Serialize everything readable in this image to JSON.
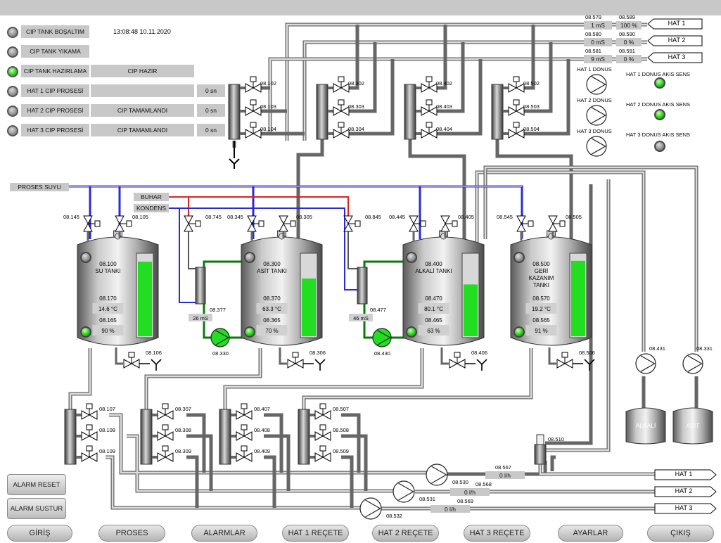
{
  "datetime": "13:08:48 10.11.2020",
  "status_rows": [
    {
      "label": "CIP TANK BOŞALTIM",
      "led": "off",
      "value": "",
      "time": ""
    },
    {
      "label": "CIP TANK YIKAMA",
      "led": "off",
      "value": "",
      "time": ""
    },
    {
      "label": "CIP TANK HAZIRLAMA",
      "led": "on",
      "value": "CIP HAZIR",
      "time": ""
    },
    {
      "label": "HAT 1 CIP PROSESİ",
      "led": "off",
      "value": "",
      "time": "0 sn"
    },
    {
      "label": "HAT 2 CIP PROSESİ",
      "led": "off",
      "value": "CIP TAMAMLANDI",
      "time": "0 sn"
    },
    {
      "label": "HAT 3 CIP PROSESİ",
      "led": "off",
      "value": "CIP TAMAMLANDI",
      "time": "0 sn"
    }
  ],
  "return_lines": [
    {
      "tag1": "08.579",
      "val1": "1 mS",
      "tag2": "08.589",
      "val2": "100 %",
      "name": "HAT 1"
    },
    {
      "tag1": "08.580",
      "val1": "0 mS",
      "tag2": "08.590",
      "val2": "0 %",
      "name": "HAT 2"
    },
    {
      "tag1": "08.581",
      "val1": "9 mS",
      "tag2": "08.591",
      "val2": "0 %",
      "name": "HAT 3"
    }
  ],
  "return_pumps": [
    "HAT 1 DONUS",
    "HAT 2 DONUS",
    "HAT 3 DONUS"
  ],
  "return_sensors": [
    {
      "label": "HAT 1 DONUS AKIS SENS",
      "led": "on"
    },
    {
      "label": "HAT 2 DONUS AKIS SENS",
      "led": "on"
    },
    {
      "label": "HAT 3 DONUS AKIS SENS",
      "led": "off"
    }
  ],
  "utilities": {
    "water": "PROSES SUYU",
    "steam": "BUHAR",
    "condensate": "KONDENS"
  },
  "valve_manifolds_top": [
    {
      "tags": [
        "08.102",
        "08.103",
        "08.104"
      ]
    },
    {
      "tags": [
        "08.302",
        "08.303",
        "08.304"
      ]
    },
    {
      "tags": [
        "08.402",
        "08.403",
        "08.404"
      ]
    },
    {
      "tags": [
        "08.502",
        "08.503",
        "08.504"
      ]
    }
  ],
  "tanks": [
    {
      "id": "08.100",
      "name": "SU TANKI",
      "temp_tag": "08.170",
      "temp": "14.6 °C",
      "level_tag": "08.165",
      "level": "90 %",
      "level_pct": 90,
      "inlet_tags": [
        "08.145",
        "08.105"
      ],
      "drain_tag": "08.106"
    },
    {
      "id": "08.300",
      "name": "ASİT TANKI",
      "temp_tag": "08.370",
      "temp": "63.3 °C",
      "level_tag": "08.365",
      "level": "70 %",
      "level_pct": 70,
      "inlet_tags": [
        "08.345",
        "08.305"
      ],
      "drain_tag": "08.306"
    },
    {
      "id": "08.400",
      "name": "ALKALİ TANKI",
      "temp_tag": "08.470",
      "temp": "80.1 °C",
      "level_tag": "08.465",
      "level": "63 %",
      "level_pct": 63,
      "inlet_tags": [
        "08.445",
        "08.405"
      ],
      "drain_tag": "08.406"
    },
    {
      "id": "08.500",
      "name": "GERİ KAZANIM TANKI",
      "temp_tag": "08.570",
      "temp": "19.2 °C",
      "level_tag": "08.565",
      "level": "91 %",
      "level_pct": 91,
      "inlet_tags": [
        "08.545",
        "08.505"
      ],
      "drain_tag": "08.506"
    }
  ],
  "heaters": [
    {
      "steam_valve": "08.745",
      "cond_tag": "08.377",
      "cond": "26 mS",
      "pump": "08.330"
    },
    {
      "steam_valve": "08.845",
      "cond_tag": "08.477",
      "cond": "46 mS",
      "pump": "08.430"
    }
  ],
  "dosing": [
    {
      "pump": "08.431",
      "tank": "ALKALİ"
    },
    {
      "pump": "08.331",
      "tank": "ASİT"
    }
  ],
  "valve_manifolds_bottom": [
    {
      "tags": [
        "08.107",
        "08.108",
        "08.109"
      ]
    },
    {
      "tags": [
        "08.307",
        "08.308",
        "08.309"
      ]
    },
    {
      "tags": [
        "08.407",
        "08.408",
        "08.409"
      ]
    },
    {
      "tags": [
        "08.507",
        "08.508",
        "08.509"
      ]
    }
  ],
  "flow_valve": "08.510",
  "supply_lines": [
    {
      "flow_tag": "08.567",
      "flow": "0 l/h",
      "pump": "08.530",
      "name": "HAT 1"
    },
    {
      "flow_tag": "08.568",
      "flow": "0 l/h",
      "pump": "08.531",
      "name": "HAT 2"
    },
    {
      "flow_tag": "08.569",
      "flow": "0 l/h",
      "pump": "08.532",
      "name": "HAT 3"
    }
  ],
  "alarm_buttons": {
    "reset": "ALARM RESET",
    "mute": "ALARM SUSTUR"
  },
  "nav": [
    "GİRİŞ",
    "PROSES",
    "ALARMLAR",
    "HAT 1 REÇETE",
    "HAT 2 REÇETE",
    "HAT 3 REÇETE",
    "AYARLAR",
    "ÇIKIŞ"
  ],
  "colors": {
    "water_line": "#2a2ad8",
    "steam_line": "#e02020",
    "heat_loop": "#0a7a0a",
    "level_fill": "#22dd22",
    "pipe": "#666666"
  }
}
